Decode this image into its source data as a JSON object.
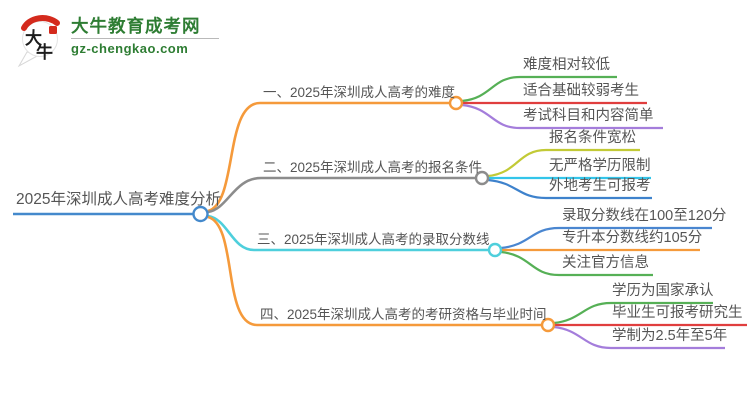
{
  "logo": {
    "mark": {
      "char1": "大",
      "char2": "牛"
    },
    "title": "大牛教育成考网",
    "subtitle": "gz-chengkao.com",
    "colors": {
      "green": "#2e7d33",
      "red": "#d42a1d",
      "ink": "#1c1c1c"
    }
  },
  "mindmap": {
    "text_color": "#555555",
    "root": {
      "label": "2025年深圳成人高考难度分析",
      "color": "#4489cc"
    },
    "branches": [
      {
        "label": "一、2025年深圳成人高考的难度",
        "color": "#f59a3b",
        "children": [
          {
            "label": "难度相对较低",
            "color": "#56b056"
          },
          {
            "label": "适合基础较弱考生",
            "color": "#e03e3e"
          },
          {
            "label": "考试科目和内容简单",
            "color": "#a47ddb"
          }
        ]
      },
      {
        "label": "二、2025年深圳成人高考的报名条件",
        "color": "#8c8c8c",
        "children": [
          {
            "label": "报名条件宽松",
            "color": "#c2ca36"
          },
          {
            "label": "无严格学历限制",
            "color": "#33c5ea"
          },
          {
            "label": "外地考生可报考",
            "color": "#3e82cc"
          }
        ]
      },
      {
        "label": "三、2025年深圳成人高考的录取分数线",
        "color": "#4ecfdc",
        "children": [
          {
            "label": "录取分数线在100至120分",
            "color": "#4a86d0"
          },
          {
            "label": "专升本分数线约105分",
            "color": "#f59a3b"
          },
          {
            "label": "关注官方信息",
            "color": "#56b056"
          }
        ]
      },
      {
        "label": "四、2025年深圳成人高考的考研资格与毕业时间",
        "color": "#f59a3b",
        "children": [
          {
            "label": "学历为国家承认",
            "color": "#56b056"
          },
          {
            "label": "毕业生可报考研究生",
            "color": "#e03e3e"
          },
          {
            "label": "学制为2.5年至5年",
            "color": "#a47ddb"
          }
        ]
      }
    ]
  }
}
